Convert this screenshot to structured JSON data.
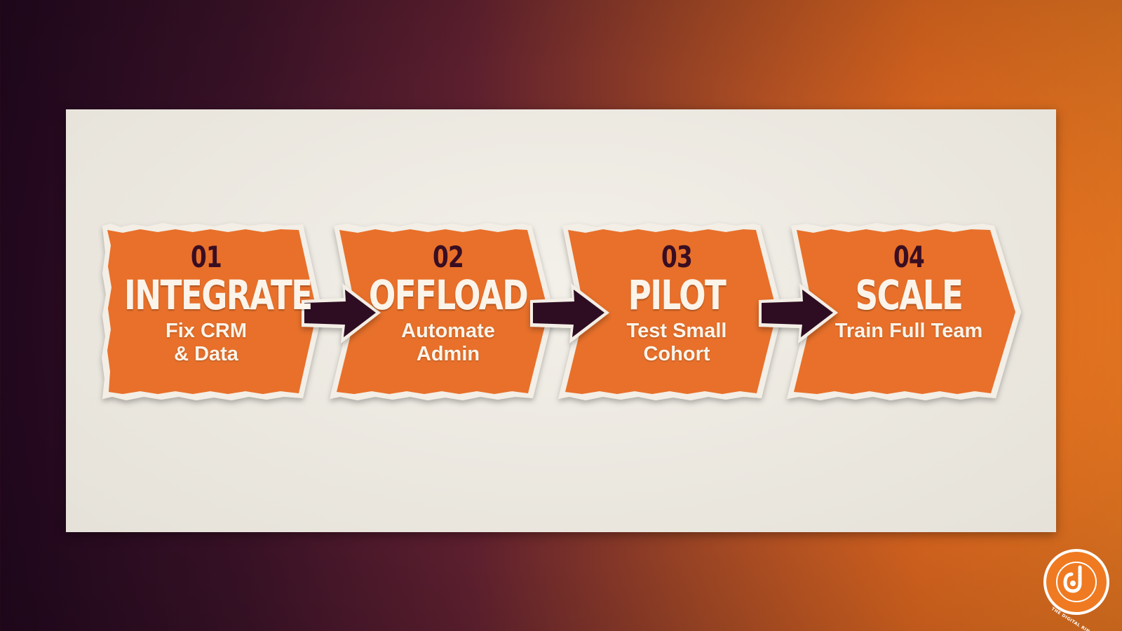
{
  "steps": [
    {
      "number": "01",
      "title": "INTEGRATE",
      "description": "Fix CRM\n& Data"
    },
    {
      "number": "02",
      "title": "OFFLOAD",
      "description": "Automate\nAdmin"
    },
    {
      "number": "03",
      "title": "PILOT",
      "description": "Test Small\nCohort"
    },
    {
      "number": "04",
      "title": "SCALE",
      "description": "Train Full Team"
    }
  ],
  "logo": {
    "letter": "d",
    "ring_text": "THE DIGITAL RING"
  },
  "colors": {
    "step_fill": "#e8702a",
    "arrow_fill": "#2e0d22",
    "number_color": "#3a0e22",
    "title_color": "#fbf4ea",
    "paper": "#efebe2"
  }
}
